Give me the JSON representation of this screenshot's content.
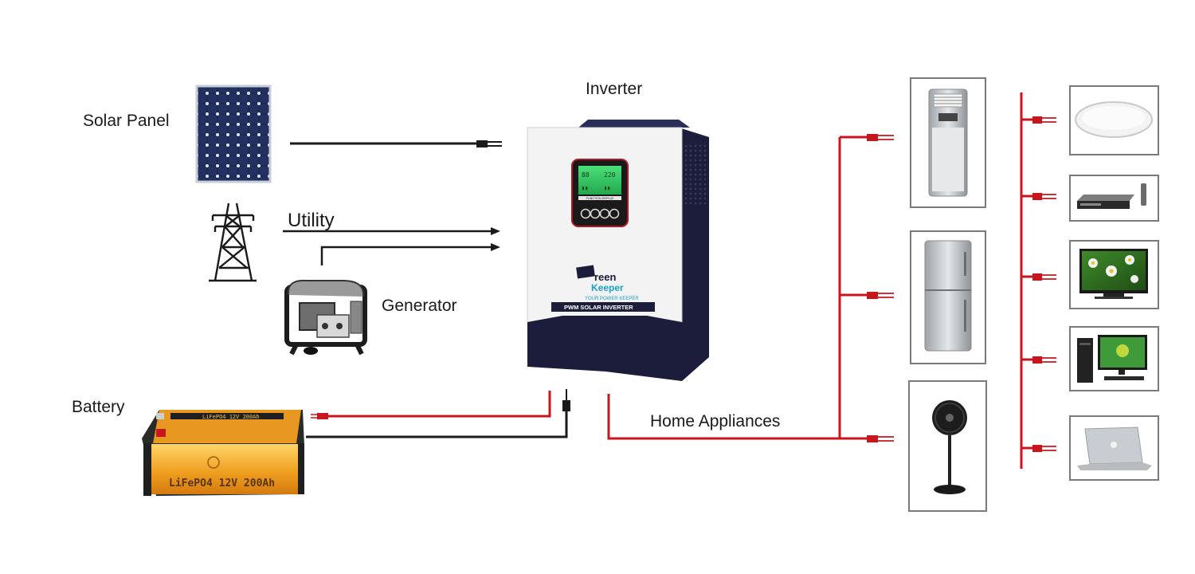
{
  "labels": {
    "solar_panel": "Solar Panel",
    "utility": "Utility",
    "generator": "Generator",
    "inverter": "Inverter",
    "battery": "Battery",
    "home_appliances": "Home Appliances"
  },
  "inverter_device": {
    "brand_line1": "reen",
    "brand_line2": "Keeper",
    "tagline": "YOUR POWER KEEPER",
    "model_plate": "PWM SOLAR INVERTER",
    "display_caption": "FUNCTION DISPLAY"
  },
  "battery_device": {
    "front_text": "LiFePO4 12V 200Ah",
    "top_text": "LiFePO4 12V 200Ah"
  },
  "appliances": [
    "air-conditioner",
    "refrigerator",
    "electric-fan",
    "ceiling-light",
    "dvd-player",
    "television",
    "desktop-computer",
    "laptop"
  ],
  "colors": {
    "ac_wire": "#c8161d",
    "dc_wire": "#1a1a1a",
    "frame": "#7a7a7a",
    "inverter_navy": "#1b1d3a",
    "battery_orange": "#f0a020",
    "brand_blue": "#1aa0d8"
  }
}
